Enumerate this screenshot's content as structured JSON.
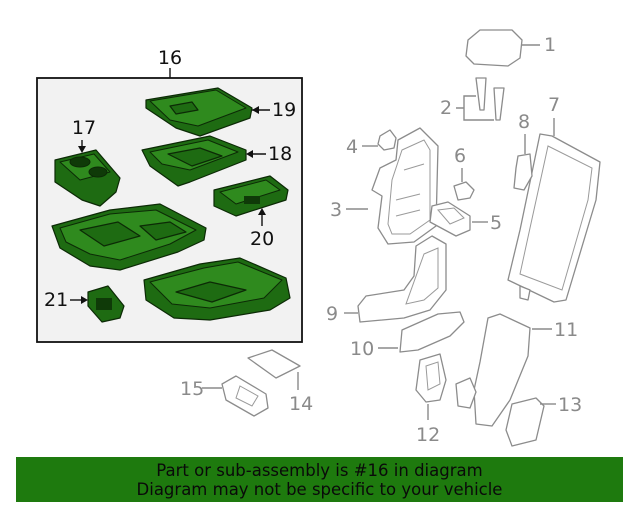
{
  "diagram": {
    "group_label": "16",
    "callouts": {
      "c1": "1",
      "c2": "2",
      "c3": "3",
      "c4": "4",
      "c5": "5",
      "c6": "6",
      "c7": "7",
      "c8": "8",
      "c9": "9",
      "c10": "10",
      "c11": "11",
      "c12": "12",
      "c13": "13",
      "c14": "14",
      "c15": "15",
      "c17": "17",
      "c18": "18",
      "c19": "19",
      "c20": "20",
      "c21": "21"
    },
    "colors": {
      "highlight": "#1e6b12",
      "footer": "#1e7a0e",
      "dim_line": "#8c8c8c"
    }
  },
  "footer": {
    "line1": "Part or sub-assembly is #16 in diagram",
    "line2": "Diagram may not be specific to your vehicle"
  }
}
